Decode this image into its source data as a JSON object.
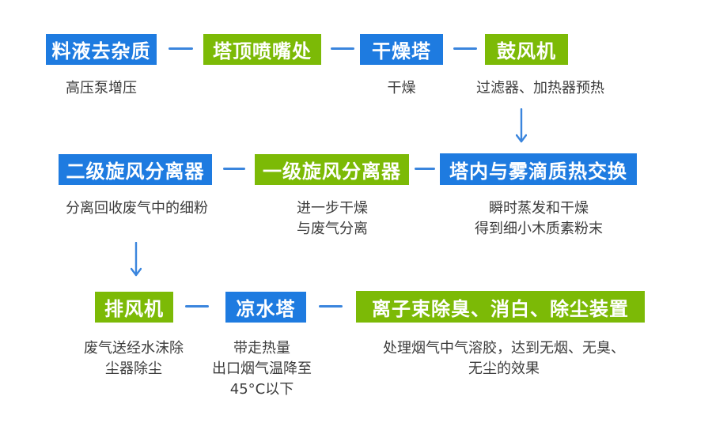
{
  "colors": {
    "blue": "#1e7be0",
    "green": "#7cba06",
    "blue_dash": "#5b9be0",
    "green_dash": "#b4ca3e",
    "connector": "#3a85dd",
    "text": "#3c3c3c"
  },
  "rows": [
    {
      "nodes": [
        {
          "label": "料液去杂质",
          "color": "blue",
          "desc": [
            "高压泵增压"
          ]
        },
        {
          "label": "塔顶喷嘴处",
          "color": "green",
          "desc": []
        },
        {
          "label": "干燥塔",
          "color": "blue",
          "desc": [
            "干燥"
          ]
        },
        {
          "label": "鼓风机",
          "color": "green",
          "desc": [
            "过滤器、加热器预热"
          ]
        }
      ]
    },
    {
      "nodes": [
        {
          "label": "二级旋风分离器",
          "color": "blue",
          "desc": [
            "分离回收废气中的细粉"
          ]
        },
        {
          "label": "一级旋风分离器",
          "color": "green",
          "desc": [
            "进一步干燥",
            "与废气分离"
          ]
        },
        {
          "label": "塔内与雾滴质热交换",
          "color": "blue",
          "desc": [
            "瞬时蒸发和干燥",
            "得到细小木质素粉末"
          ]
        }
      ]
    },
    {
      "nodes": [
        {
          "label": "排风机",
          "color": "green",
          "desc": [
            "废气送经水沫除",
            "尘器除尘"
          ]
        },
        {
          "label": "凉水塔",
          "color": "blue",
          "desc": [
            "带走热量",
            "出口烟气温降至",
            "45°C以下"
          ]
        },
        {
          "label": "离子束除臭、消白、除尘装置",
          "color": "green",
          "desc": [
            "处理烟气中气溶胶，达到无烟、无臭、",
            "无尘的效果"
          ]
        }
      ]
    }
  ]
}
